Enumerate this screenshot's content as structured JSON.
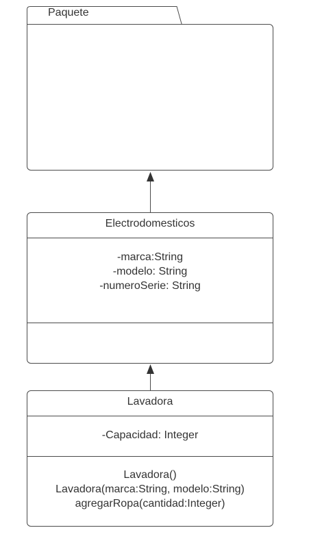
{
  "package": {
    "name": "Paquete"
  },
  "classes": [
    {
      "name": "Electrodomesticos",
      "attributes": [
        "-marca:String",
        "-modelo: String",
        "-numeroSerie: String"
      ],
      "methods": []
    },
    {
      "name": "Lavadora",
      "attributes": [
        "-Capacidad: Integer"
      ],
      "methods": [
        "Lavadora()",
        "Lavadora(marca:String, modelo:String)",
        "agregarRopa(cantidad:Integer)"
      ]
    }
  ],
  "colors": {
    "line": "#4a4a4a",
    "text": "#333333",
    "background": "#ffffff"
  }
}
